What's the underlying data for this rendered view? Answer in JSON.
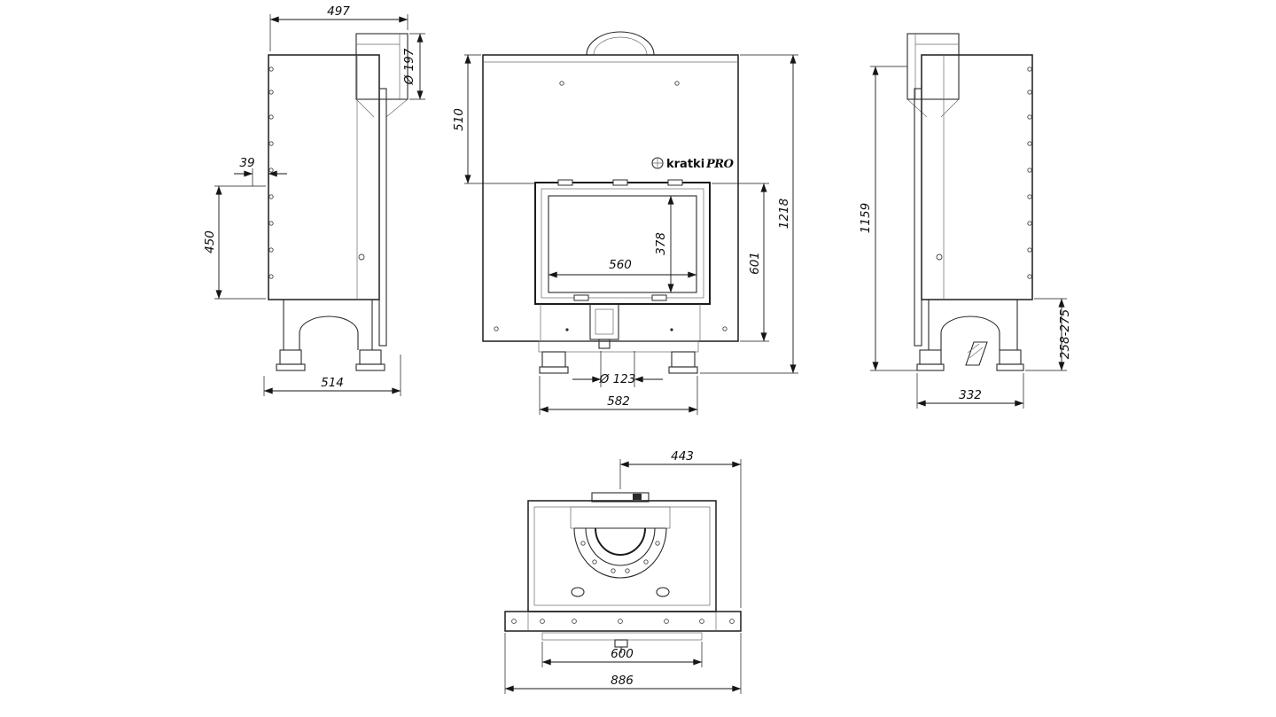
{
  "drawing": {
    "brand_logo": "kratki",
    "brand_suffix": "PRO",
    "views": {
      "left_side": {
        "dim_top_depth": "497",
        "dim_flue_diameter": "Ø 197",
        "dim_offset": "39",
        "dim_door_height": "450",
        "dim_base_depth": "514"
      },
      "front": {
        "dim_top_to_door": "510",
        "dim_glass_height": "378",
        "dim_glass_width": "560",
        "dim_door_opening": "601",
        "dim_total_height": "1218",
        "dim_outlet_diameter": "Ø 123",
        "dim_base_width": "582"
      },
      "right_side": {
        "dim_body_height": "1159",
        "dim_leg_height": "258-275",
        "dim_base_depth": "332"
      },
      "top": {
        "dim_flue_to_edge": "443",
        "dim_inner_width": "600",
        "dim_total_width": "886"
      }
    }
  }
}
